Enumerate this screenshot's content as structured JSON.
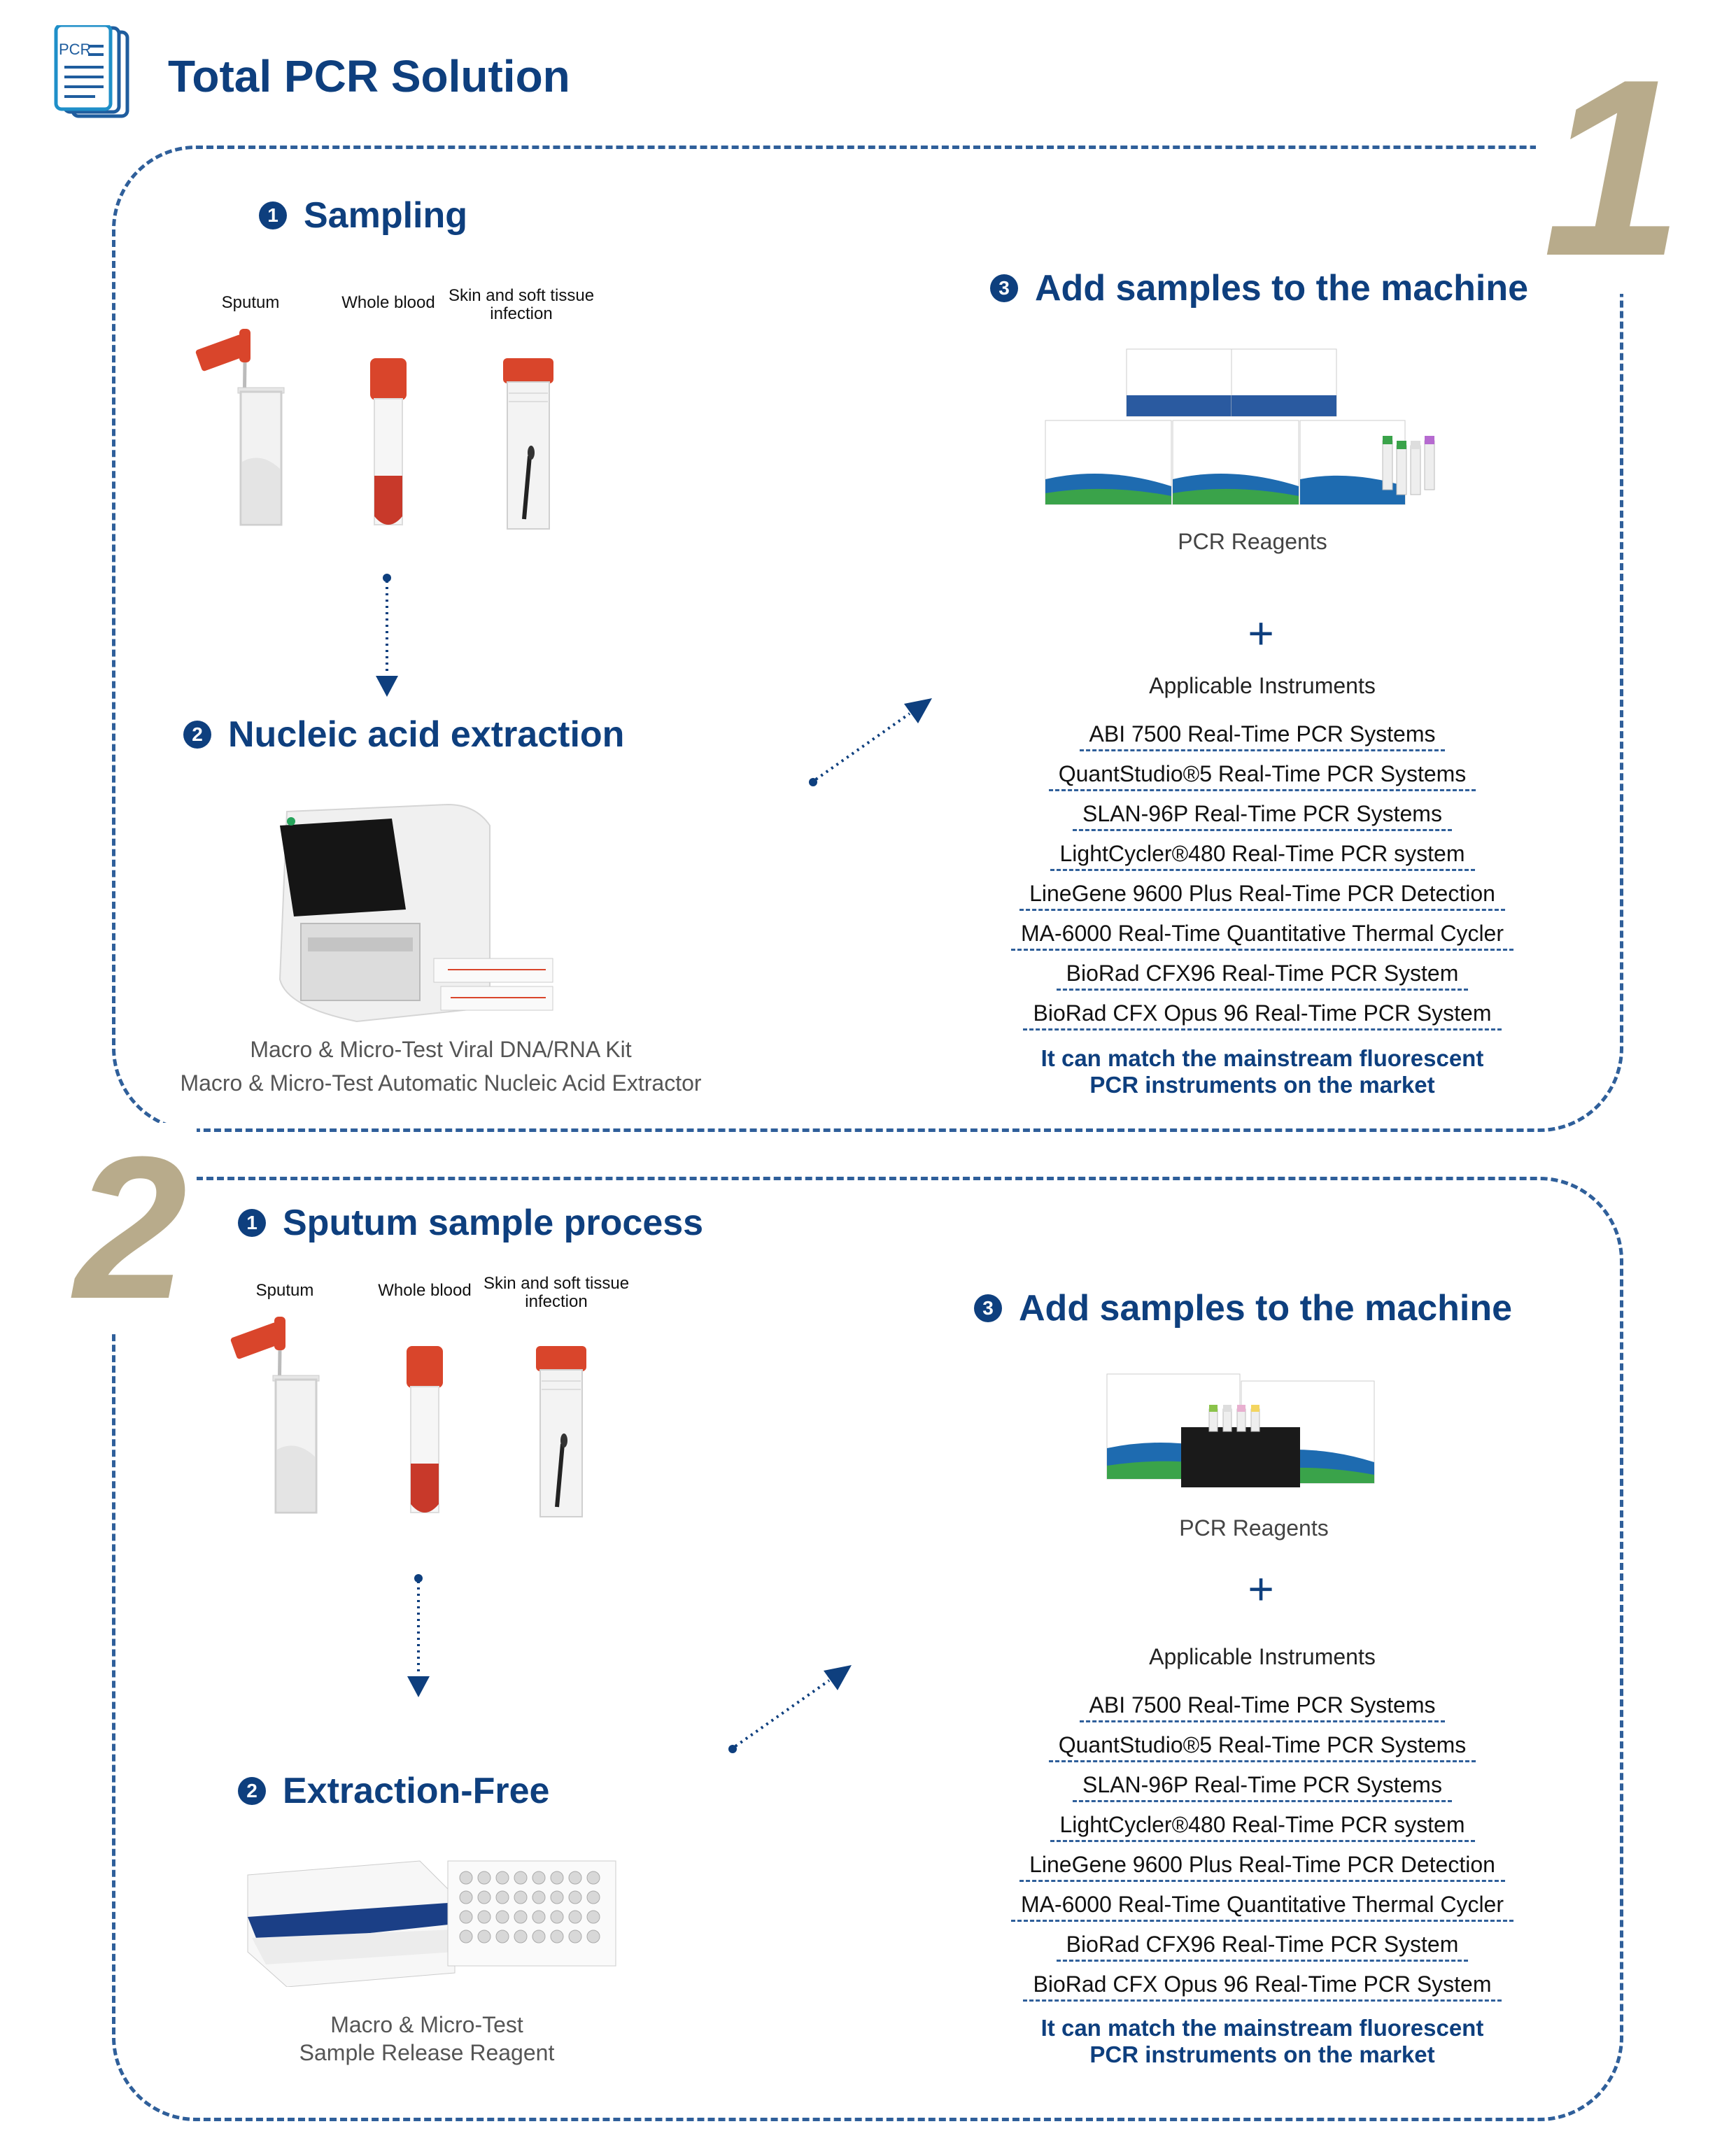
{
  "header": {
    "logo_text": "PCR",
    "title": "Total PCR Solution"
  },
  "section1": {
    "number": "1",
    "steps": [
      {
        "num": "1",
        "label": "Sampling"
      },
      {
        "num": "2",
        "label": "Nucleic acid extraction"
      },
      {
        "num": "3",
        "label": "Add samples to the machine"
      }
    ],
    "samples": [
      "Sputum",
      "Whole blood",
      "Skin and soft tissue infection"
    ],
    "extraction_caption": [
      "Macro & Micro-Test Viral DNA/RNA Kit",
      "Macro & Micro-Test Automatic Nucleic Acid Extractor"
    ],
    "reagents_label": "PCR Reagents",
    "plus": "+",
    "instruments_title": "Applicable Instruments",
    "instruments": [
      "ABI 7500 Real-Time PCR Systems",
      "QuantStudio®5 Real-Time PCR Systems",
      "SLAN-96P Real-Time PCR Systems",
      "LightCycler®480 Real-Time PCR system",
      "LineGene 9600 Plus Real-Time PCR Detection",
      "MA-6000 Real-Time Quantitative Thermal Cycler",
      "BioRad CFX96 Real-Time PCR System",
      "BioRad CFX Opus 96 Real-Time PCR System"
    ],
    "match_note": [
      "It can match the mainstream fluorescent",
      "PCR instruments on the market"
    ]
  },
  "section2": {
    "number": "2",
    "steps": [
      {
        "num": "1",
        "label": "Sputum sample process"
      },
      {
        "num": "2",
        "label": "Extraction-Free"
      },
      {
        "num": "3",
        "label": "Add samples to the machine"
      }
    ],
    "samples": [
      "Sputum",
      "Whole blood",
      "Skin and soft tissue infection"
    ],
    "extraction_caption": [
      "Macro & Micro-Test",
      "Sample Release Reagent"
    ],
    "reagents_label": "PCR Reagents",
    "plus": "+",
    "instruments_title": "Applicable Instruments",
    "instruments": [
      "ABI 7500 Real-Time PCR Systems",
      "QuantStudio®5 Real-Time PCR Systems",
      "SLAN-96P Real-Time PCR Systems",
      "LightCycler®480 Real-Time PCR system",
      "LineGene 9600 Plus Real-Time PCR Detection",
      "MA-6000 Real-Time Quantitative Thermal Cycler",
      "BioRad CFX96 Real-Time PCR System",
      "BioRad CFX Opus 96 Real-Time PCR System"
    ],
    "match_note": [
      "It can match the mainstream fluorescent",
      "PCR instruments on the market"
    ]
  },
  "colors": {
    "brand_blue": "#0e3f7e",
    "dash_blue": "#2f5f9a",
    "number_tan": "#b8ab8b",
    "cap_red": "#d9452b"
  }
}
